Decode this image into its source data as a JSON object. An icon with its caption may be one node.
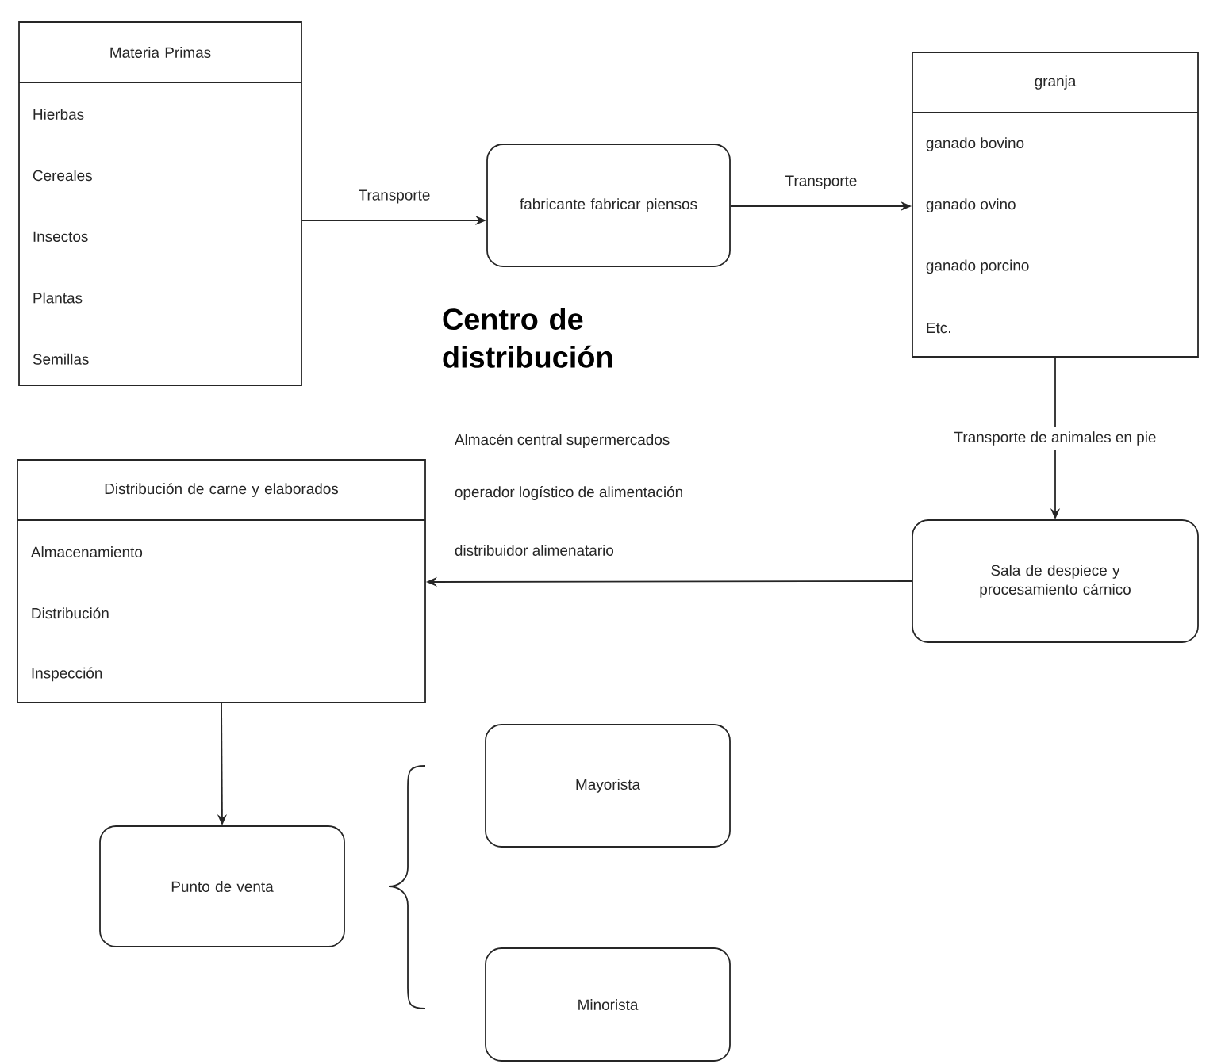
{
  "diagram": {
    "nodes": [
      {
        "text": [
          "Materia Primas",
          "Hierbas",
          "Cereales",
          "Insectos",
          "Plantas",
          "Semillas"
        ]
      },
      {
        "text": [
          "fabricante fabricar piensos"
        ]
      },
      {
        "text": [
          "granja",
          "ganado bovino",
          "ganado ovino",
          "ganado porcino",
          "Etc."
        ]
      },
      {
        "text": [
          "Sala de despiece y procesamiento cárnico"
        ]
      },
      {
        "text": [
          "Distribución de carne y elaborados",
          "Almacenamiento",
          "Distribución",
          "Inspección"
        ]
      },
      {
        "text": [
          "Punto de venta"
        ]
      },
      {
        "text": [
          "Mayorista"
        ]
      },
      {
        "text": [
          "Minorista"
        ]
      }
    ],
    "edges": [
      {
        "from": 0,
        "to": 1,
        "arrow": "to",
        "label": "Transporte"
      },
      {
        "from": 1,
        "to": 2,
        "arrow": "to",
        "label": "Transporte"
      },
      {
        "from": 2,
        "to": 3,
        "arrow": "to",
        "label": "Transporte de animales en pie"
      },
      {
        "from": 3,
        "to": 4,
        "arrow": "to"
      },
      {
        "from": 4,
        "to": 5,
        "arrow": "to"
      }
    ],
    "labels": [
      "Centro de distribución",
      "Almacén central supermercados",
      "operador logístico de alimentación",
      "distribuidor alimenatario"
    ]
  }
}
